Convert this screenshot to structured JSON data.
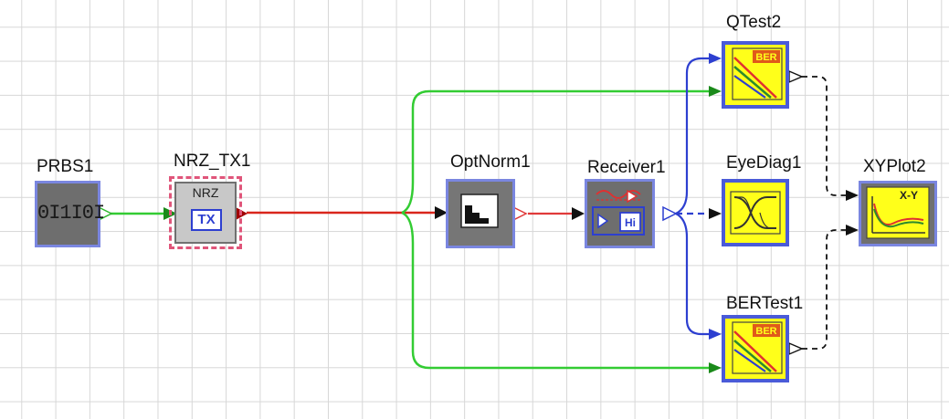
{
  "components": {
    "prbs": {
      "label": "PRBS1",
      "glyph": "0I1I0I"
    },
    "nrz_tx": {
      "label": "NRZ_TX1",
      "caption": "NRZ",
      "inner": "TX"
    },
    "optnorm": {
      "label": "OptNorm1"
    },
    "receiver": {
      "label": "Receiver1",
      "inner": "Hi"
    },
    "qtest": {
      "label": "QTest2",
      "caption": "BER"
    },
    "eyediag": {
      "label": "EyeDiag1"
    },
    "bertest": {
      "label": "BERTest1",
      "caption": "BER"
    },
    "xyplot": {
      "label": "XYPlot2",
      "caption": "X-Y"
    }
  },
  "colors": {
    "grid": "#d7d7d7",
    "electrical_wire": "#33cc33",
    "optical_wire": "#d9261c",
    "rx_wire": "#2d3fd0",
    "data_wire": "#222222",
    "block_gray": "#808080",
    "block_yellow": "#ffff1a",
    "block_border": "#4a5bd8"
  }
}
